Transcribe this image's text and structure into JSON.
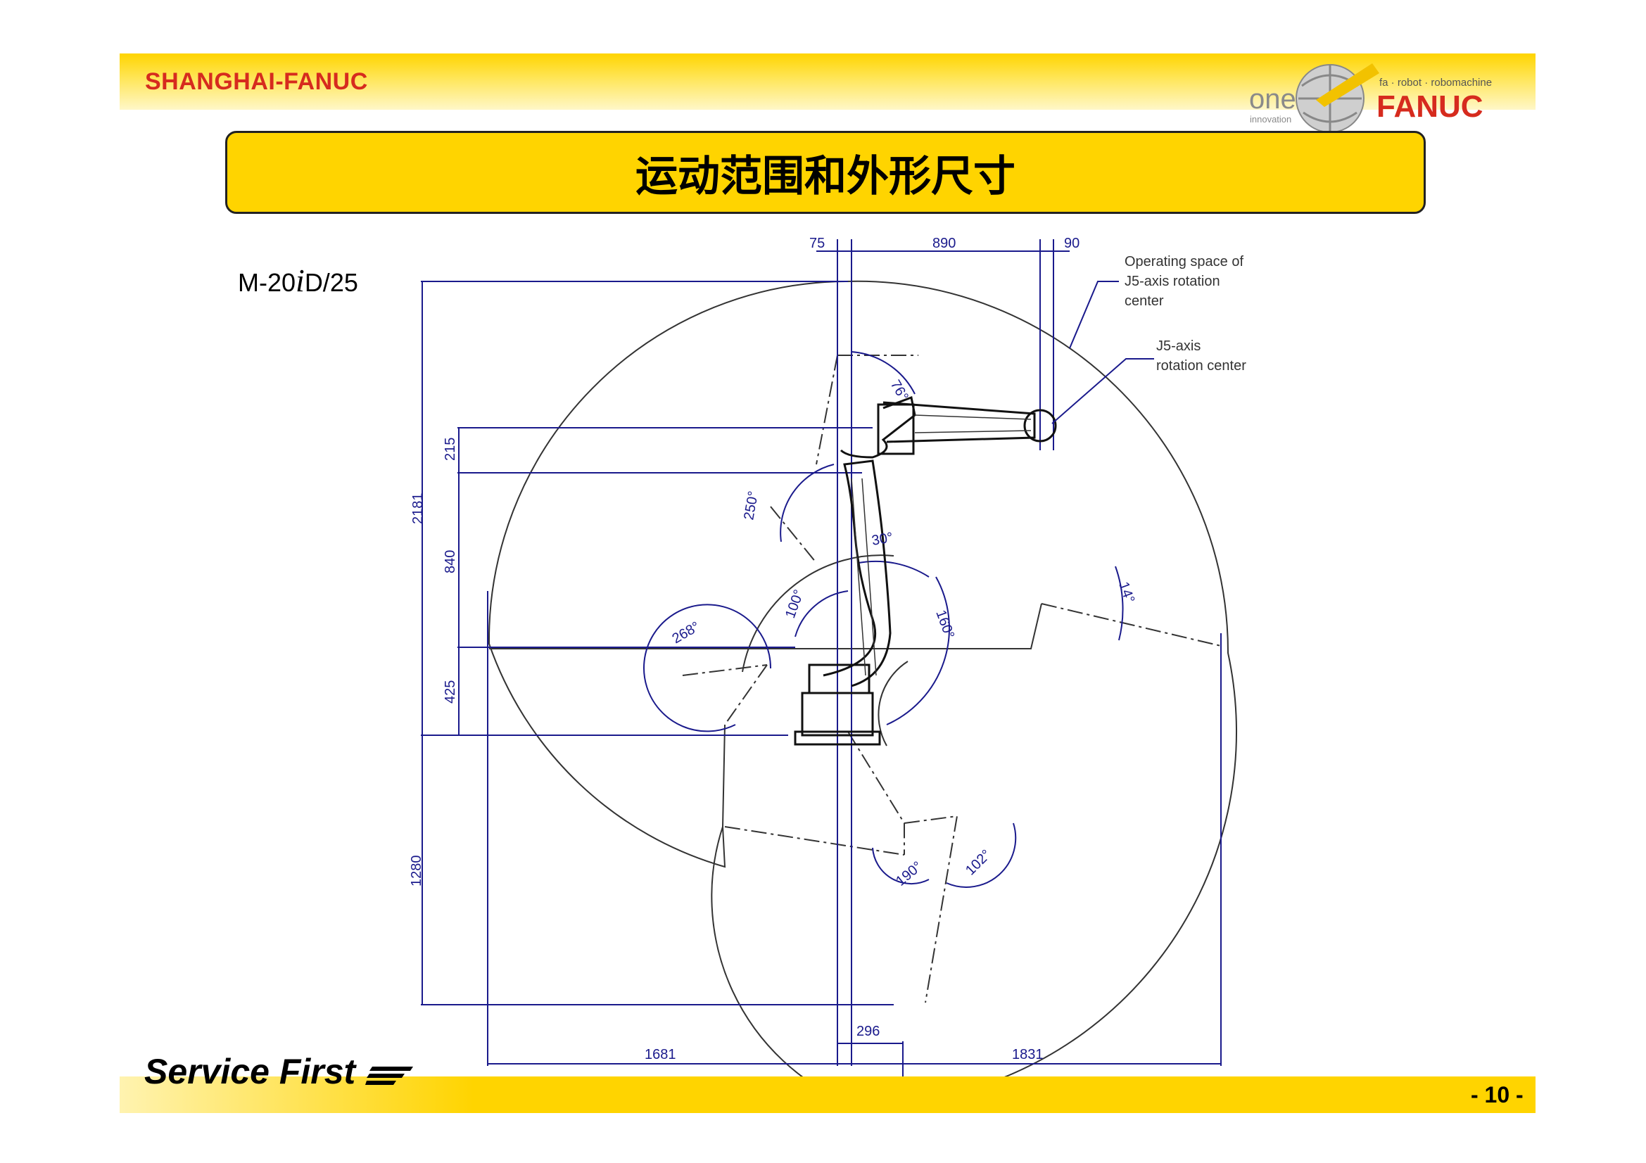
{
  "header": {
    "company": "SHANGHAI-FANUC",
    "logo_word": "one",
    "logo_sub": "innovation",
    "logo_tagline": "fa · robot · robomachine",
    "logo_brand": "FANUC"
  },
  "title": "运动范围和外形尺寸",
  "model": {
    "prefix": "M-20",
    "italic": "i",
    "suffix": "D/25"
  },
  "drawing": {
    "top_dims": [
      "75",
      "890",
      "90"
    ],
    "left_dims": [
      "2181",
      "215",
      "840",
      "425",
      "1280"
    ],
    "bottom_dims": [
      "296",
      "1681",
      "1831"
    ],
    "angles": [
      "76°",
      "250°",
      "30°",
      "14°",
      "100°",
      "160°",
      "268°",
      "190°",
      "102°"
    ],
    "annotations": {
      "operating_space": [
        "Operating space of",
        "J5-axis rotation",
        "center"
      ],
      "j5_center": [
        "J5-axis",
        "rotation center"
      ]
    }
  },
  "footer": {
    "slogan": "Service First",
    "page": "- 10 -"
  },
  "colors": {
    "yellow": "#ffd400",
    "brand_red": "#d62b1e",
    "dimension_blue": "#1a1a8c"
  }
}
